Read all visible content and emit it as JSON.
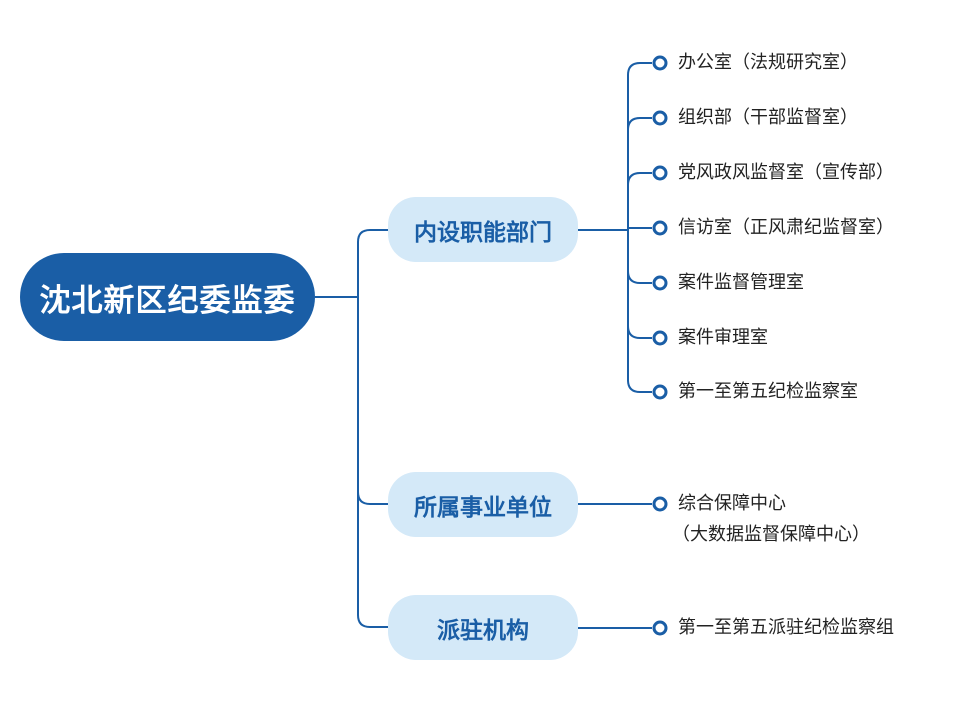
{
  "root": {
    "label": "沈北新区纪委监委"
  },
  "colors": {
    "primary": "#1a5ea6",
    "branch_fill": "#d4e9f8",
    "text": "#222222"
  },
  "branches": [
    {
      "label": "内设职能部门",
      "items": [
        "办公室（法规研究室）",
        "组织部（干部监督室）",
        "党风政风监督室（宣传部）",
        "信访室（正风肃纪监督室）",
        "案件监督管理室",
        "案件审理室",
        "第一至第五纪检监察室"
      ]
    },
    {
      "label": "所属事业单位",
      "items": [
        "综合保障中心",
        "（大数据监督保障中心）"
      ]
    },
    {
      "label": "派驻机构",
      "items": [
        "第一至第五派驻纪检监察组"
      ]
    }
  ]
}
